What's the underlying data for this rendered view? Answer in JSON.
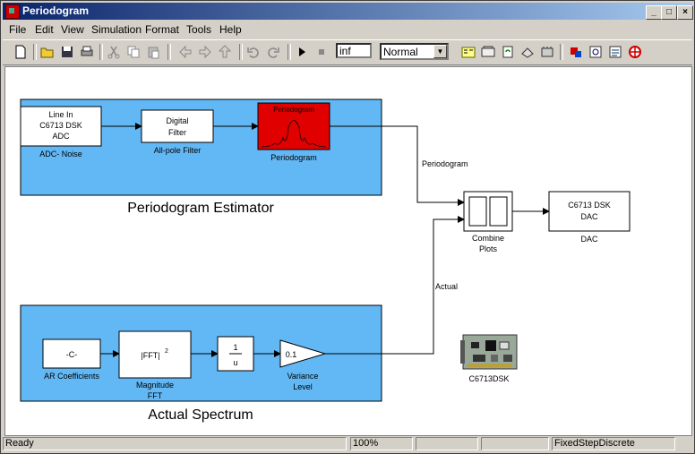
{
  "window": {
    "title": "Periodogram"
  },
  "menu": [
    {
      "label": "File"
    },
    {
      "label": "Edit"
    },
    {
      "label": "View"
    },
    {
      "label": "Simulation"
    },
    {
      "label": "Format"
    },
    {
      "label": "Tools"
    },
    {
      "label": "Help"
    }
  ],
  "toolbar": {
    "stop_time": "inf",
    "sim_mode": "Normal",
    "icons": [
      "new-icon",
      "open-icon",
      "save-icon",
      "print-icon",
      "cut-icon",
      "copy-icon",
      "paste-icon",
      "back-icon",
      "forward-icon",
      "up-icon",
      "undo-icon",
      "redo-icon",
      "start-icon",
      "stop-icon",
      "library-browser-icon",
      "model-explorer-icon",
      "refresh-icon",
      "update-diagram-icon",
      "build-icon",
      "target-icon",
      "debug-icon",
      "profile-icon",
      "help-icon"
    ]
  },
  "diagram": {
    "subsystems": [
      {
        "label": "Periodogram Estimator"
      },
      {
        "label": "Actual Spectrum"
      }
    ],
    "blocks": {
      "adc": {
        "lines": [
          "Line In",
          "C6713 DSK",
          "ADC"
        ],
        "caption": "ADC- Noise"
      },
      "filter": {
        "lines": [
          "Digital",
          "Filter"
        ],
        "caption": "All-pole Filter"
      },
      "periodogram": {
        "text": "Periodogram",
        "caption": "Periodogram"
      },
      "combine": {
        "caption": [
          "Combine",
          "Plots"
        ]
      },
      "dac": {
        "lines": [
          "C6713 DSK",
          "DAC"
        ],
        "caption": "DAC"
      },
      "constant": {
        "text": "-C-",
        "caption": "AR Coefficients"
      },
      "fft": {
        "text": "|FFT|",
        "sup": "2",
        "caption": [
          "Magnitude",
          "FFT"
        ]
      },
      "recip": {
        "lines": [
          "1",
          "u"
        ]
      },
      "gain": {
        "text": "0.1",
        "caption": [
          "Variance",
          "Level"
        ]
      },
      "board": {
        "caption": "C6713DSK"
      }
    },
    "signals": {
      "periodogram": "Periodogram",
      "actual": "Actual"
    }
  },
  "status": {
    "state": "Ready",
    "zoom": "100%",
    "solver": "FixedStepDiscrete"
  }
}
